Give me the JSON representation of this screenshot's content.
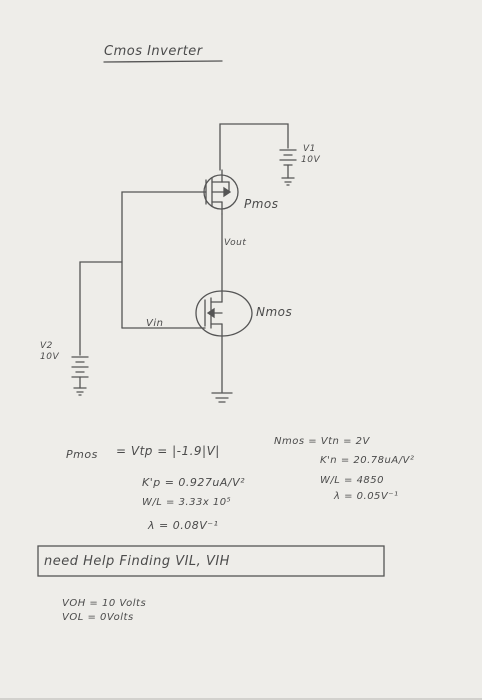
{
  "title": "Cmos Inverter",
  "labels": {
    "v1": "V1",
    "v1_value": "10V",
    "v2": "V2",
    "v2_value": "10V",
    "vout": "Vout",
    "vin": "Vin",
    "pmos": "Pmos",
    "nmos": "Nmos"
  },
  "params": {
    "pmos_heading": "Pmos",
    "pmos_vtp": "= Vtp = |-1.9|V|",
    "pmos_kp": "K'p = 0.927uA/V²",
    "pmos_wl": "W/L = 3.33x 10⁵",
    "pmos_lambda": "λ = 0.08V⁻¹",
    "nmos_heading": "Nmos = Vtn = 2V",
    "nmos_kn": "K'n = 20.78uA/V²",
    "nmos_wl": "W/L = 4850",
    "nmos_lambda": "λ = 0.05V⁻¹"
  },
  "question": "need Help Finding VIL, VIH",
  "answers": {
    "voh": "VOH = 10 Volts",
    "vol": "VOL = 0Volts"
  }
}
